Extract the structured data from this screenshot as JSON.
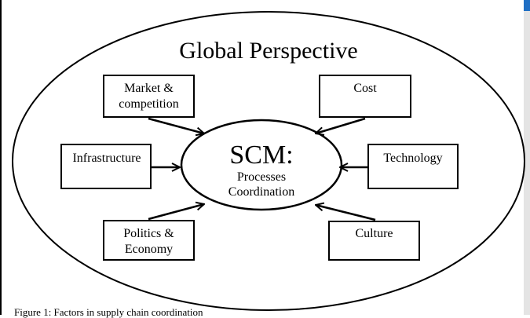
{
  "title": "Global Perspective",
  "center": {
    "heading": "SCM:",
    "line1": "Processes",
    "line2": "Coordination"
  },
  "factors": {
    "market": [
      "Market &",
      "competition"
    ],
    "cost": [
      "Cost"
    ],
    "infrastructure": [
      "Infrastructure"
    ],
    "technology": [
      "Technology"
    ],
    "politics": [
      "Politics &",
      "Economy"
    ],
    "culture": [
      "Culture"
    ]
  },
  "caption": "Figure 1: Factors in supply chain coordination"
}
